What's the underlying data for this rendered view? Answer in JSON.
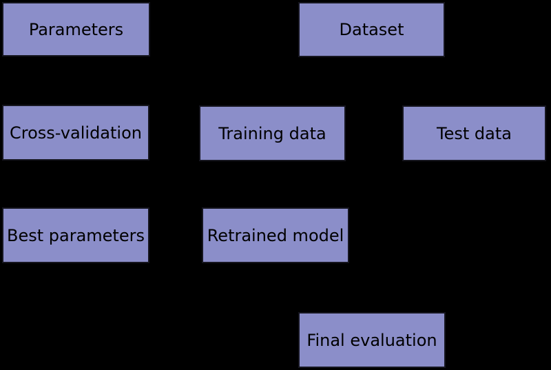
{
  "diagram": {
    "background_color": "#000000",
    "node_fill_color": "#8b8ec9",
    "node_border_color": "#16161f",
    "node_text_color": "#000000",
    "nodes": [
      {
        "label": "Parameters"
      },
      {
        "label": "Dataset"
      },
      {
        "label": "Cross-validation"
      },
      {
        "label": "Training data"
      },
      {
        "label": "Test data"
      },
      {
        "label": "Best parameters"
      },
      {
        "label": "Retrained model"
      },
      {
        "label": "Final evaluation"
      }
    ]
  }
}
